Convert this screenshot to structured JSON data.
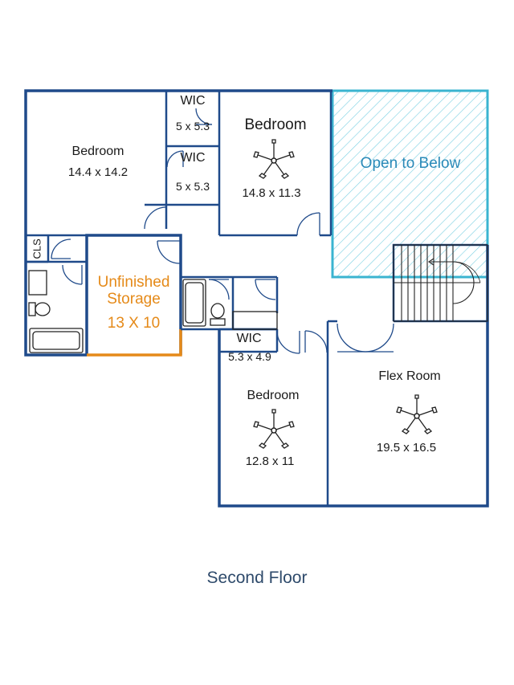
{
  "caption": "Second Floor",
  "colors": {
    "wall": "#1f4a8a",
    "open_to_below": "#3ab4d0",
    "storage": "#e58a19"
  },
  "rooms": {
    "bedroom_left": {
      "name": "Bedroom",
      "dims": "14.4 x 14.2"
    },
    "wic_top": {
      "name": "WIC",
      "dims": "5 x 5.3"
    },
    "wic_mid": {
      "name": "WIC",
      "dims": "5 x 5.3"
    },
    "bedroom_top": {
      "name": "Bedroom",
      "dims": "14.8 x 11.3"
    },
    "open_to_below": {
      "name": "Open to Below"
    },
    "cls": {
      "name": "CLS"
    },
    "storage": {
      "line1": "Unfinished",
      "line2": "Storage",
      "dims": "13 X 10"
    },
    "wic_low": {
      "name": "WIC",
      "dims": "5.3 x 4.9"
    },
    "bedroom_bottom": {
      "name": "Bedroom",
      "dims": "12.8 x 11"
    },
    "flex_room": {
      "name": "Flex Room",
      "dims": "19.5 x 16.5"
    }
  },
  "icons": [
    "ceiling-fan-icon",
    "toilet-icon",
    "bathtub-icon",
    "sink-icon",
    "stairs-icon",
    "door-swing-icon"
  ]
}
